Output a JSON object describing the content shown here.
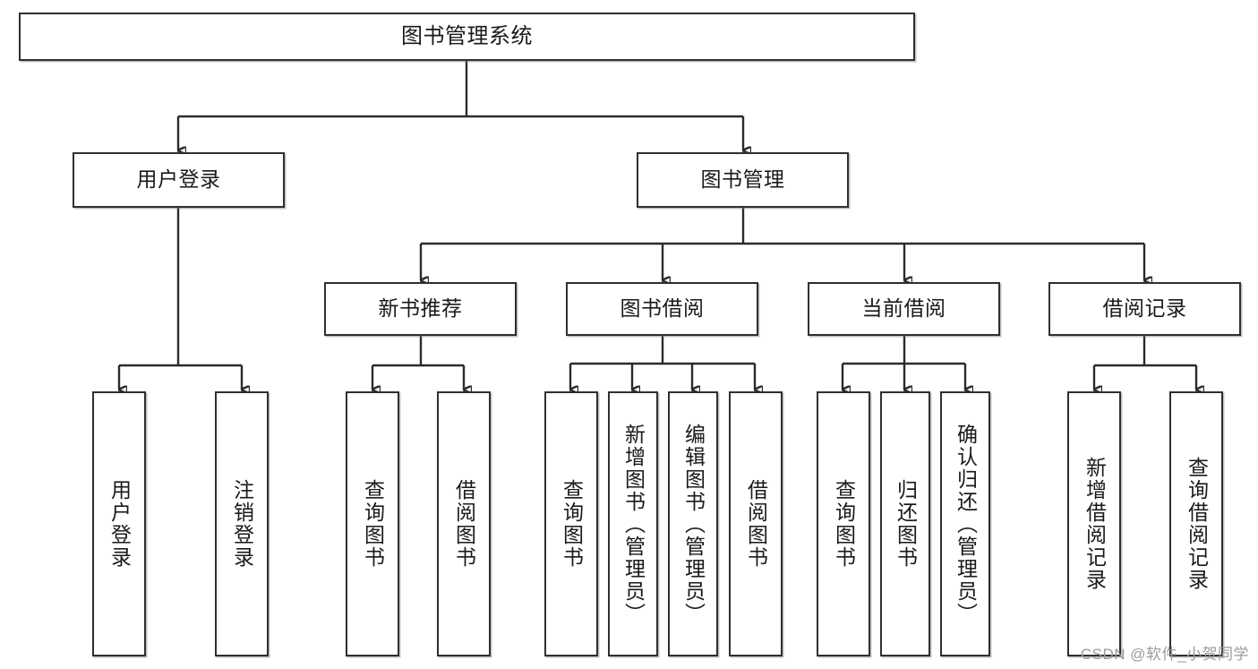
{
  "diagram": {
    "type": "tree",
    "title": "图书管理系统",
    "watermark": "CSDN @软件_小贺同学",
    "colors": {
      "box_border": "#2f2f2f",
      "box_fill": "#ffffff",
      "connector": "#2b2b2b",
      "text": "#1a1a1a",
      "watermark": "#9b9b9b"
    },
    "nodes": {
      "root": {
        "label": "图书管理系统"
      },
      "level2": [
        {
          "label": "用户登录"
        },
        {
          "label": "图书管理"
        }
      ],
      "level3": [
        {
          "label": "新书推荐"
        },
        {
          "label": "图书借阅"
        },
        {
          "label": "当前借阅"
        },
        {
          "label": "借阅记录"
        }
      ],
      "leaves": {
        "user_login": [
          {
            "label": "用户登录"
          },
          {
            "label": "注销登录"
          }
        ],
        "new_book_recommend": [
          {
            "label": "查询图书"
          },
          {
            "label": "借阅图书"
          }
        ],
        "book_borrow": [
          {
            "label": "查询图书"
          },
          {
            "label": "新增图书（管理员）"
          },
          {
            "label": "编辑图书（管理员）"
          },
          {
            "label": "借阅图书"
          }
        ],
        "current_borrow": [
          {
            "label": "查询图书"
          },
          {
            "label": "归还图书"
          },
          {
            "label": "确认归还（管理员）"
          }
        ],
        "borrow_record": [
          {
            "label": "新增借阅记录"
          },
          {
            "label": "查询借阅记录"
          }
        ]
      }
    },
    "edges": [
      {
        "from": "图书管理系统",
        "to": "用户登录"
      },
      {
        "from": "图书管理系统",
        "to": "图书管理"
      },
      {
        "from": "用户登录",
        "to": "用户登录"
      },
      {
        "from": "用户登录",
        "to": "注销登录"
      },
      {
        "from": "图书管理",
        "to": "新书推荐"
      },
      {
        "from": "图书管理",
        "to": "图书借阅"
      },
      {
        "from": "图书管理",
        "to": "当前借阅"
      },
      {
        "from": "图书管理",
        "to": "借阅记录"
      },
      {
        "from": "新书推荐",
        "to": "查询图书"
      },
      {
        "from": "新书推荐",
        "to": "借阅图书"
      },
      {
        "from": "图书借阅",
        "to": "查询图书"
      },
      {
        "from": "图书借阅",
        "to": "新增图书（管理员）"
      },
      {
        "from": "图书借阅",
        "to": "编辑图书（管理员）"
      },
      {
        "from": "图书借阅",
        "to": "借阅图书"
      },
      {
        "from": "当前借阅",
        "to": "查询图书"
      },
      {
        "from": "当前借阅",
        "to": "归还图书"
      },
      {
        "from": "当前借阅",
        "to": "确认归还（管理员）"
      },
      {
        "from": "借阅记录",
        "to": "新增借阅记录"
      },
      {
        "from": "借阅记录",
        "to": "查询借阅记录"
      }
    ]
  }
}
